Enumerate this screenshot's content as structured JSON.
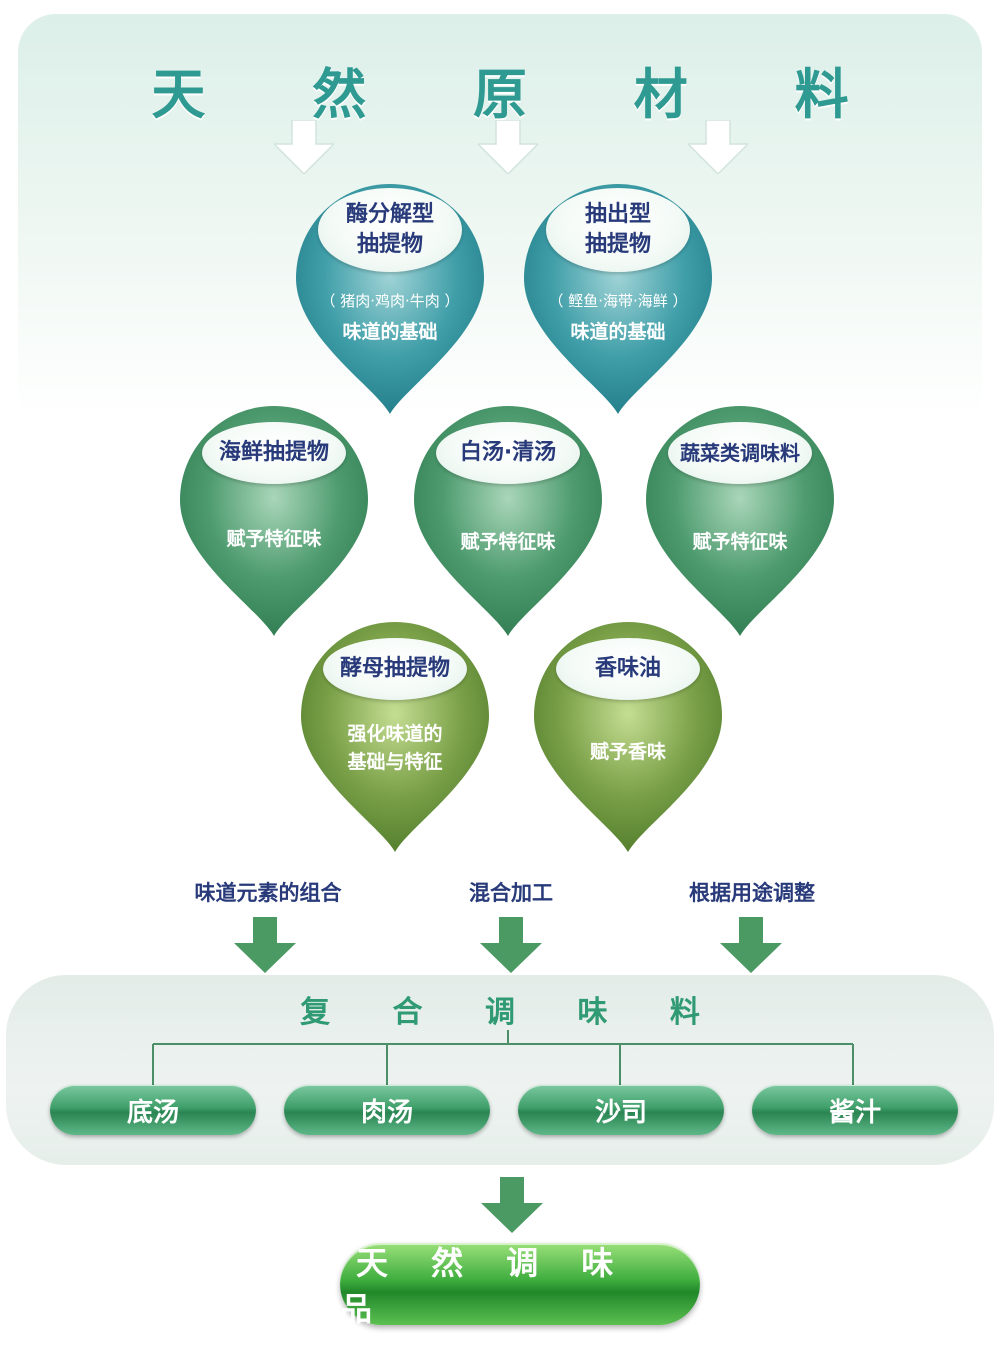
{
  "title": "天 然 原 材 料",
  "colors": {
    "title": "#2f9a92",
    "text_dark": "#283a7a",
    "teal_pin": "#3b9da3",
    "green_pin": "#4c9a6e",
    "olive_pin": "#7aa048",
    "arrow_green": "#4b9a63"
  },
  "pins": {
    "enzyme": {
      "name_line1": "酶分解型",
      "name_line2": "抽提物",
      "source": "（ 猪肉·鸡肉·牛肉 ）",
      "desc": "味道的基础"
    },
    "extract": {
      "name_line1": "抽出型",
      "name_line2": "抽提物",
      "source": "（ 鲣鱼·海带·海鲜 ）",
      "desc": "味道的基础"
    },
    "seafood": {
      "name": "海鲜抽提物",
      "desc": "赋予特征味"
    },
    "broth": {
      "name": "白汤·清汤",
      "desc": "赋予特征味"
    },
    "vegetable": {
      "name": "蔬菜类调味料",
      "desc": "赋予特征味"
    },
    "yeast": {
      "name": "酵母抽提物",
      "desc_line1": "强化味道的",
      "desc_line2": "基础与特征"
    },
    "aroma_oil": {
      "name": "香味油",
      "desc": "赋予香味"
    }
  },
  "steps": [
    "味道元素的组合",
    "混合加工",
    "根据用途调整"
  ],
  "compound": {
    "title": "复 合 调 味 料",
    "items": [
      "底汤",
      "肉汤",
      "沙司",
      "酱汁"
    ]
  },
  "final": "天 然 调 味 品"
}
